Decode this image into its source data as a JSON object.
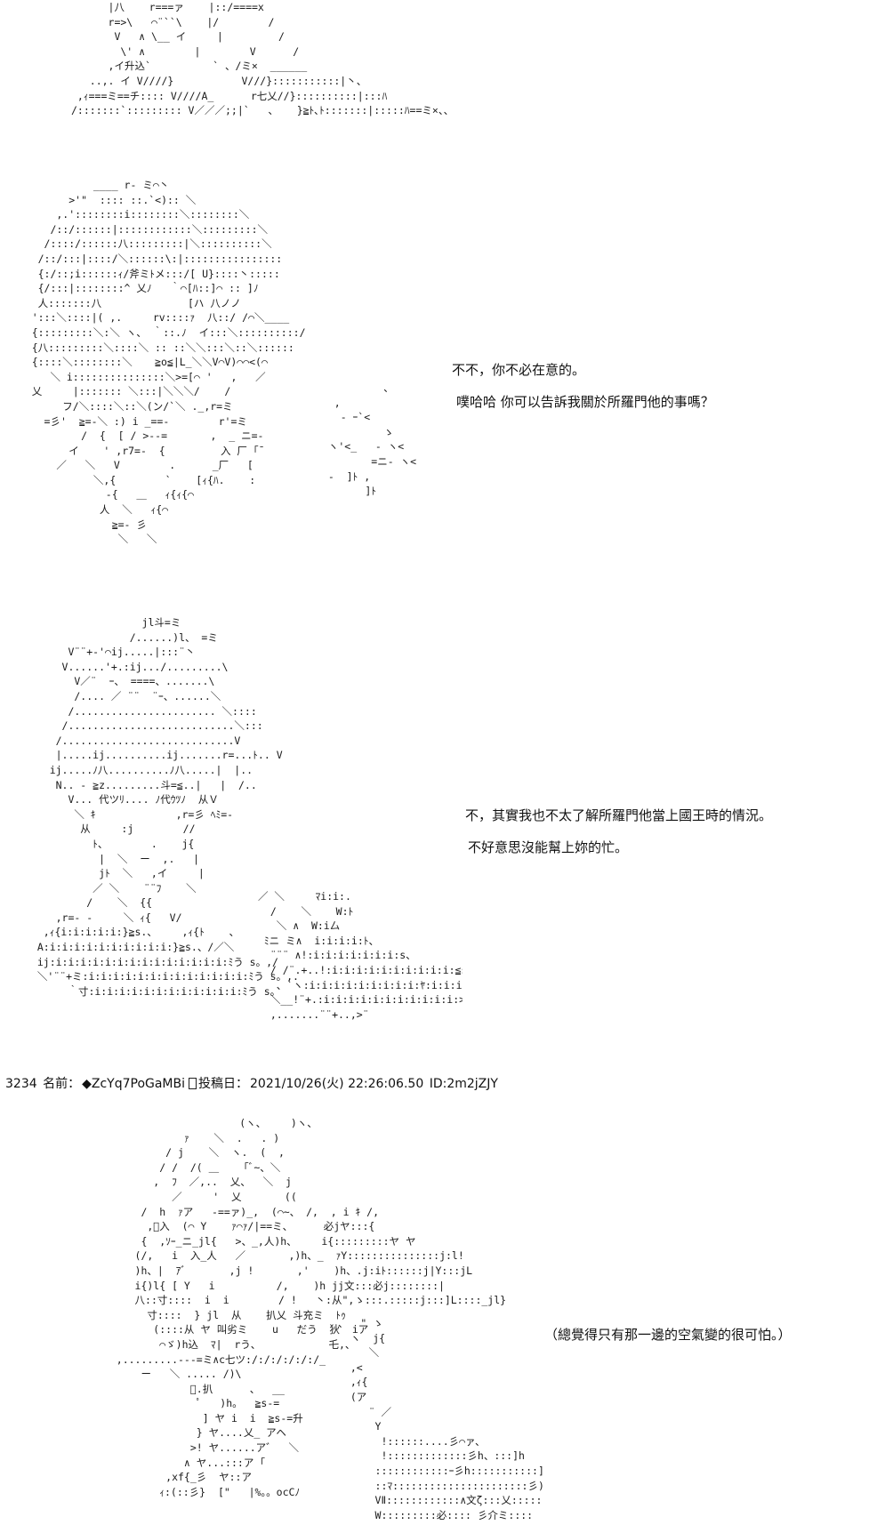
{
  "art_blocks": {
    "panel1": "      |八    r===ァ    |::/====x\n      r=>\\   ⌒¨``\\    |/        /\n       V   ∧ \\__ イ     |         /\n        \\' ∧        |        V      /\n      ,イ升込`          ` 、/ミ×  ______\n   ..,. イ V////}           V///}:::::::::::|丶、\n ,ｨ===ミ==チ:::: V////A_      r七乂//}::::::::::|:::ﾊ\n/:::::::`::::::::: V／／／;;|`   、   }≧ﾄ､ﾄ:::::::|:::::ﾊ==ミ×、、",
    "panel2": "              ____ r‐ ミ⌒丶\n          >'\"  :::: ::.`<):: ＼\n        ,.'::::::::i::::::::＼::::::::＼\n       /::/::::::|::::::::::::＼:::::::::＼\n      /::::/::::::八:::::::::|＼::::::::::＼\n     /::/:::|::::/＼::::::\\:|::::::::::::::::\n     {:/::;i::::::ｨ/斧ミﾄメ:::/[ U}::::丶:::::\n     {/:::|::::::::^ 乂ﾉ   ｀⌒[ﾊ::]⌒ :: ]ﾉ\n     人:::::::八              [ハ 八ノノ\n    ':::＼::::|( ,.     rv::::ｧ  八::/ /⌒＼____\n    {:::::::::＼:＼ ヽ、 ｀::.ﾉ  イ:::＼::::::::::/\n    {八:::::::::＼::::＼ :: ::＼＼:::＼::＼::::::\n    {::::＼::::::::＼ 　 ≧o≦|L_＼＼V⌒V)⌒⌒<(⌒\n       ＼ i:::::::::::::::＼>=[⌒ '   ,   ／\n    乂     |::::::: ＼:::|＼＼＼/    /\n         フ/＼::::＼::＼(ン/`＼ ._,r=ミ\n      =彡'  ≧=-＼ :) i _==-        r'=ミ\n            /  {  [ / >--=       ,  _ ニ=-\n          イ    ' ,r7=-  {         入 厂 ｢¯\n        ／   ＼   V        .      _厂   [\n              ＼,{        `    [ｨ{ﾊ.    :\n                -{   ＿   ｨ{ｨ{⌒\n               人  ＼   ｨ{⌒\n                 ≧=- 彡\n                  ＼   ＼",
    "panel2_right": "           、\n   ,\n    ‐ ｰ`<\n           ゝ\n  ヽ'<_   ‐ ヽ<\n         =ニ‐ ヽ<\n  -  ]ﾄ ,\n        ]ﾄ",
    "panel3": "                   jl斗=ミ\n                 /......)l、 =ミ\n       V¨¨+-'⌒ij.....|:::¨丶\n      V......'+.:ij.../.........\\\n        V／¨  ｰ、 ====、.......\\\n        /.... ／ ¨¨  ¨ｰ、......＼\n       /....................... ＼::::\n      /...........................＼:::\n     /............................V\n     |.....ij..........ij.......r=...ﾄ.. V\n    ij.....ﾉ八..........ﾉ八.....|  |..\n     N.. - ≧z.........斗=≦..|   |  /..\n       V... 代ツﾘ.... ﾉ代ｳﾂﾉ  从Ｖ\n        ＼ ｷ             ,r=彡 ﾍﾐ=-\n         从     :j        //\n           ﾄ、       .    j{\n            |  ＼  ー  ,.   |\n            jﾄ  ＼   ,イ     |\n           ／ ＼    ¨¨ﾌ    ＼\n          /    ＼  {{\n     ,r=‐ -     ＼ ｨ{   V/\n   ,ｨ{i:i:i:i:i:}≧s.、    ,ｨ{ﾄ    、\n  A:i:i:i:i:i:i:i:i:i:i:}≧s.、/／＼\n  ij:i:i:i:i:i:i:i:i:i:i:i:i:i:i:ﾐう s。,/\n  ＼'¨¨+ミ:i:i:i:i:i:i:i:i:i:i:i:i:i:ﾐう s。,.\n       ｀寸:i:i:i:i:i:i:i:i:i:i:i:i:ﾐう s。",
    "panel3_right": "／ ＼     ﾏi:i:.\n  /    ＼    W:ﾄ\n   ＼ ∧  W:i厶\n ﾐニ ミ∧  i:i:i:i:ﾄ、\n  ¨¨¨ ∧!:i:i:i:i:i:i:i:s、\n  / /¨.+..!:i:i:i:i:i:i:i:i:i:i:≦s、\n   、`ヽ:i:i:i:i:i:i:i:i:i:ﾔ:i:i:i:i:i:i:i:i:ﾐs\n  ＼__!¨+.:i:i:i:i:i:i:i:i:i:i:i:>\"\n  ,.......¨¨+..,>¨",
    "panel4": "                       (ヽ、    )ヽ、\n              ｧ    ＼  .   . )\n           / j    ＼  ヽ.  (  ,\n          / /  /( ＿    ｢ﾞ~、＼\n         ,  ﾌ  ／,..  乂、  ＼  j\n            ／     '  乂       ((\n       /  h  ｧア   -==ァ)_,  (⌒~、 /,  , i ｷ /,\n        ,ﾟ入  (⌒ Y    ｧ⌒ｧ/|==ミ、     必jヤ:::{\n       {  ,ｿｰ_ニ_jl{   >、_,人)h、    i{:::::::::ヤ ヤ\n      (/,   i  入_人   ／       ,)h、_  ｧY:::::::::::::::j:l!\n      )h、|  ｱﾞ       ,j !       ,'    )h、.j:iﾄ::::::j|Y:::jL\n      i{)l{ [ Y   i          /,    )h jj文:::必j::::::::|\n      八::寸::::  i  i        / !   丶:从\",ゝ:::.:::::j:::]L::::_jl}\n        寸::::  } jl  从    扒乂 斗充ミ  ﾄｩ\n         (::::从 ヤ 叫劣ミ    u   だう  狄  iア\n          ⌒ゞ)h込  ﾏ|  rう、           乇,、\n   ,.........---=ミ∧c七ツ:/:/:/:/:/:/_\n       ー   ＼ ..... /)\\\n               ﾟ.扒      、  __\n                ﾟ   )h。  ≧s-=\n                 ] ヤ i  i  ≧s-=升\n                } ヤ....乂_ アヘ\n               >! ヤ......ア゛  ＼\n              ∧ ヤ...:::ア ｢\n           ,xf{_彡  ヤ::ア\n          ｨ:(::彡}  [\"   |%。。ocCﾉ",
    "panel4_right": "、  \" ゝ\n  ヽ  j{\n     ＼\n  ,<\n  ,ｨ{\n  (ア\n     ¨ ／\n      Y\n       !::::::....彡⌒ァ、\n       !:::::::::::::彡h、:::]h\n      ::::::::::::ｰ彡h:::::::::::]h、\n      ::ﾏ::::::::::::::::::::::彡)h\n      VⅡ::::::::::::∧文ζ:::乂:::::::\n      W:::::::::必:::: 彡介ミ::::"
  },
  "dialogue": {
    "d1": "不不，你不必在意的。",
    "d2": "噗哈哈 你可以告訴我關於所羅門他的事嗎？",
    "d3": "不，其實我也不太了解所羅門他當上國王時的情況。",
    "d4": "不好意思沒能幫上妳的忙。",
    "d5": "（總覺得只有那一邊的空氣變的很可怕。）"
  },
  "post": {
    "number": "3234",
    "name_label": "名前：",
    "name": "◆ZcYq7PoGaMBi",
    "date_label": "投稿日：",
    "date": "2021/10/26(火) 22:26:06.50",
    "id": "ID:2m2jZJY"
  }
}
